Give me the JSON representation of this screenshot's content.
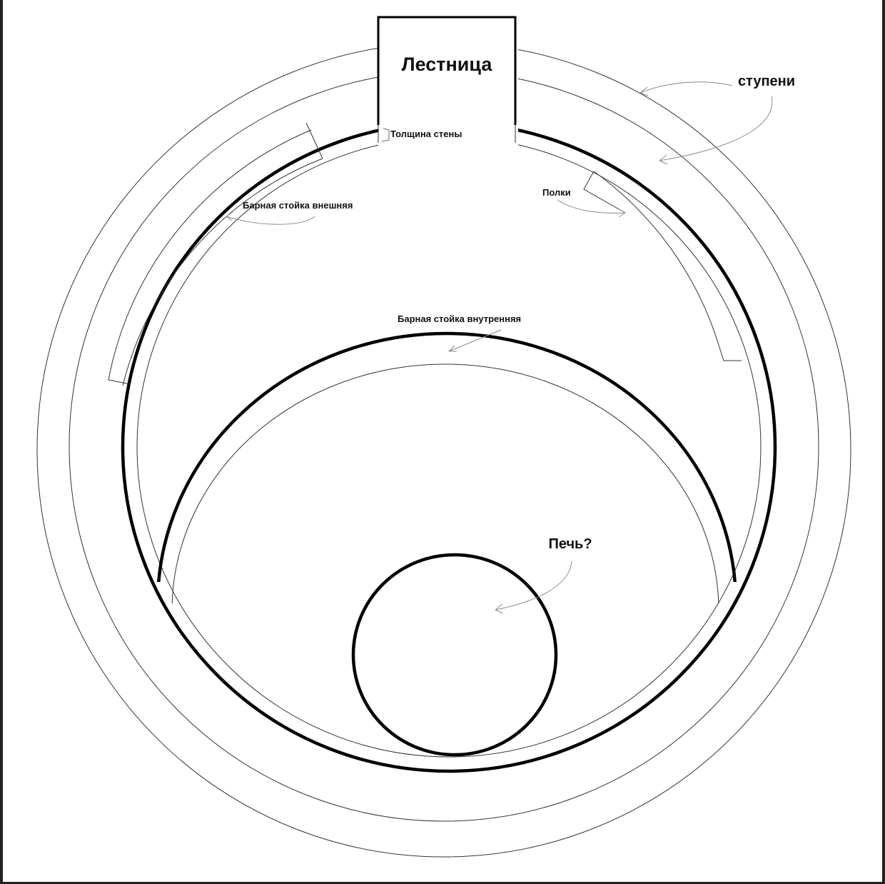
{
  "labels": {
    "stairs": "Лестница",
    "steps": "ступени",
    "wall_thickness": "Толщина стены",
    "shelves": "Полки",
    "bar_outer": "Барная стойка внешняя",
    "bar_inner": "Барная стойка внутренняя",
    "stove": "Печь?"
  },
  "colors": {
    "line": "#000000",
    "thin_line": "#333333",
    "pencil": "#8a8a8a",
    "background": "#ffffff"
  }
}
